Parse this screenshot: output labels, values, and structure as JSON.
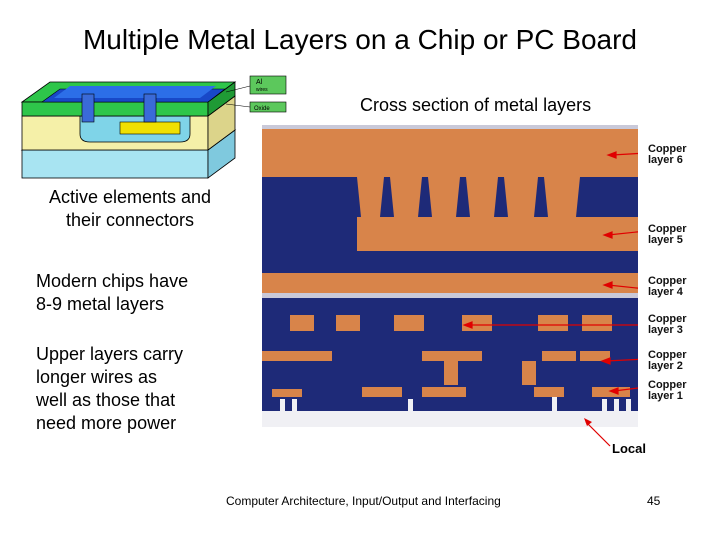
{
  "slide": {
    "title": "Multiple Metal Layers on a Chip or PC Board",
    "cross_section_label": "Cross section of metal layers",
    "bullets": [
      [
        "Active elements and",
        "their connectors"
      ],
      [
        "Modern chips have",
        "8-9 metal layers"
      ],
      [
        "Upper layers carry",
        "longer wires as",
        "well as those that",
        "need more power"
      ]
    ],
    "footer": "Computer Architecture, Input/Output and Interfacing",
    "page_number": "45"
  },
  "chip_diagram": {
    "legend": [
      "Al",
      "wires",
      "Oxide"
    ]
  },
  "micrograph": {
    "layer_labels": [
      [
        "Copper",
        "layer 6"
      ],
      [
        "Copper",
        "layer 5"
      ],
      [
        "Copper",
        "layer 4"
      ],
      [
        "Copper",
        "layer 3"
      ],
      [
        "Copper",
        "layer 2"
      ],
      [
        "Copper",
        "layer 1"
      ]
    ],
    "local_label": "Local",
    "colors": {
      "copper": "#d8844a",
      "oxide": "#1e2a78",
      "arrow": "#e00000"
    }
  }
}
